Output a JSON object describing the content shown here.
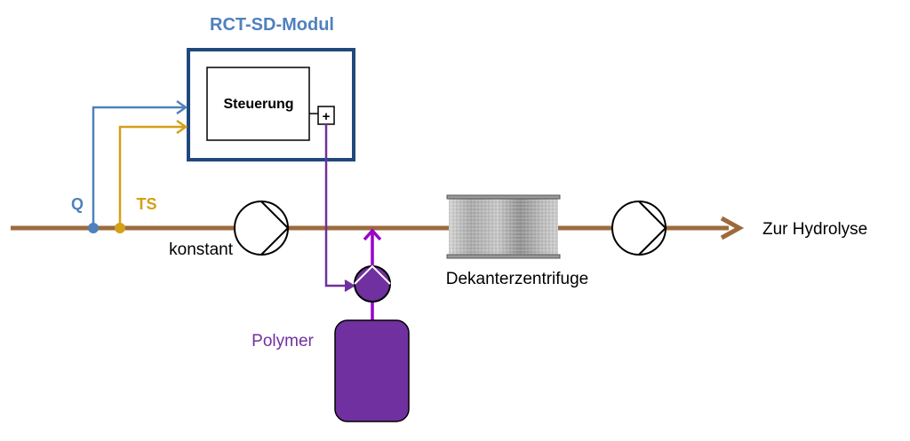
{
  "module": {
    "title": "RCT-SD-Modul",
    "controller_label": "Steuerung",
    "output_symbol": "+"
  },
  "sensors": {
    "flow": {
      "label": "Q",
      "color": "#4f81bd"
    },
    "solids": {
      "label": "TS",
      "color": "#d4a017"
    }
  },
  "pumps": {
    "feed_pump_label": "konstant"
  },
  "equipment": {
    "decanter_label": "Dekanterzentrifuge",
    "polymer_label": "Polymer"
  },
  "outlet": {
    "label": "Zur Hydrolyse"
  },
  "colors": {
    "pipe": "#9c6b3c",
    "module_border": "#1f497d",
    "module_title": "#4f81bd",
    "polymer": "#7030a0",
    "polymer_line": "#9900cc",
    "control_line": "#7030a0"
  }
}
